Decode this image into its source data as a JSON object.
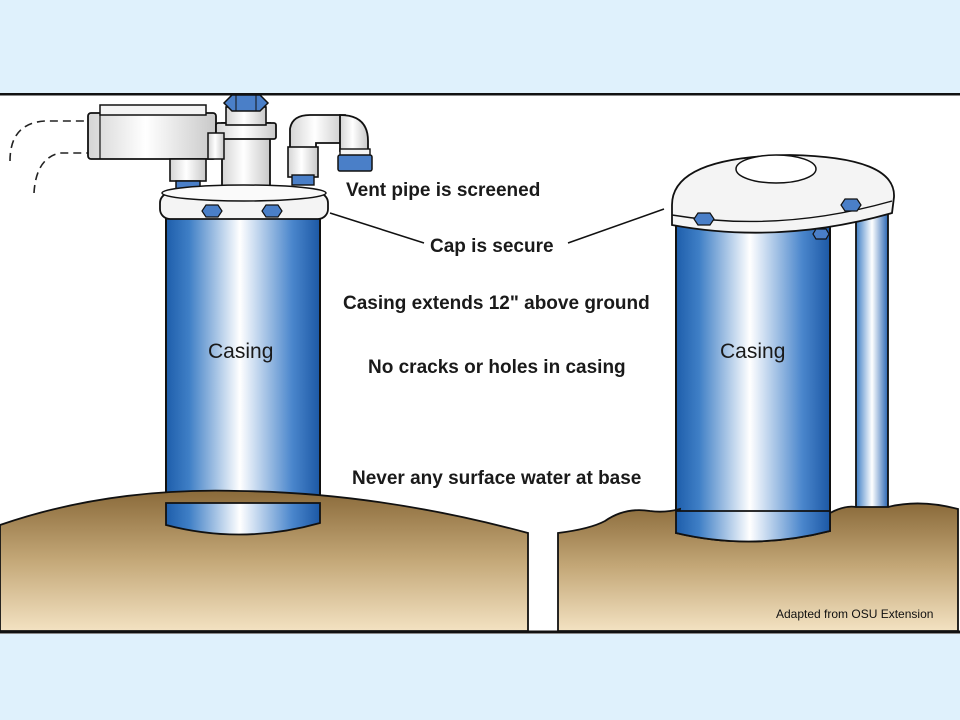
{
  "labels": {
    "vent": "Vent pipe is screened",
    "cap": "Cap is secure",
    "height": "Casing extends 12\" above ground",
    "cracks": "No cracks or holes in casing",
    "water": "Never any surface water at base"
  },
  "casing_left": "Casing",
  "casing_right": "Casing",
  "credit": "Adapted from OSU Extension",
  "colors": {
    "background": "#dff1fc",
    "casing_blue": "#2a6bb8",
    "soil": "#a88a50",
    "hardware": "#f4f4f4",
    "bolt_blue": "#4a7fc8"
  }
}
